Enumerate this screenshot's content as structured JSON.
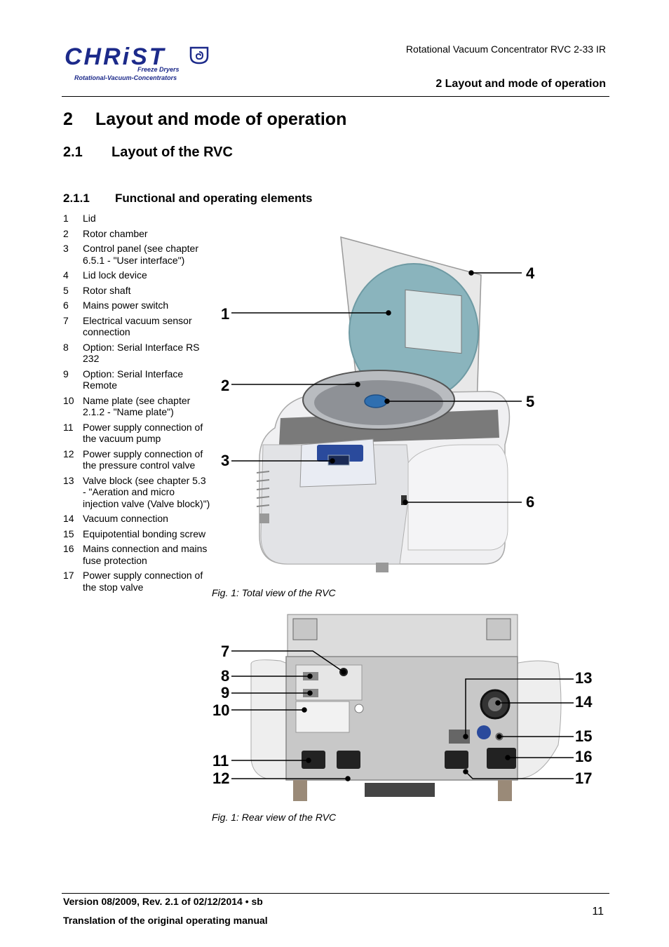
{
  "logo": {
    "wordmark": "CHRiST",
    "tagline_1": "Freeze Dryers",
    "tagline_2": "Rotational-Vacuum-Concentrators"
  },
  "header": {
    "doc_title": "Rotational Vacuum Concentrator RVC 2-33 IR",
    "section": "2 Layout and mode of operation"
  },
  "heading1": {
    "number": "2",
    "text": "Layout and mode of operation"
  },
  "heading2": {
    "number": "2.1",
    "text": "Layout of the RVC"
  },
  "heading3": {
    "number": "2.1.1",
    "text": "Functional and operating elements"
  },
  "items": [
    {
      "n": "1",
      "text": "Lid"
    },
    {
      "n": "2",
      "text": "Rotor chamber"
    },
    {
      "n": "3",
      "text": "Control panel (see chapter 6.5.1 - \"User interface\")"
    },
    {
      "n": "4",
      "text": "Lid lock device"
    },
    {
      "n": "5",
      "text": "Rotor shaft"
    },
    {
      "n": "6",
      "text": "Mains power switch"
    },
    {
      "n": "7",
      "text": "Electrical vacuum sensor connection"
    },
    {
      "n": "8",
      "text": "Option: Serial Interface RS 232"
    },
    {
      "n": "9",
      "text": "Option: Serial Interface Remote"
    },
    {
      "n": "10",
      "text": "Name plate (see chapter 2.1.2 - \"Name plate\")"
    },
    {
      "n": "11",
      "text": "Power supply connection of the vacuum pump"
    },
    {
      "n": "12",
      "text": "Power supply connection of the pressure control valve"
    },
    {
      "n": "13",
      "text": "Valve block (see chapter 5.3 - \"Aeration and micro injection valve (Valve block)\")"
    },
    {
      "n": "14",
      "text": "Vacuum connection"
    },
    {
      "n": "15",
      "text": "Equipotential bonding screw"
    },
    {
      "n": "16",
      "text": "Mains connection and mains fuse protection"
    },
    {
      "n": "17",
      "text": "Power supply connection of the stop valve"
    }
  ],
  "figures": {
    "front": {
      "caption": "Fig. 1: Total view of the RVC",
      "callouts": [
        "1",
        "2",
        "3",
        "4",
        "5",
        "6"
      ]
    },
    "rear": {
      "caption": "Fig. 1: Rear view of the RVC",
      "callouts": [
        "7",
        "8",
        "9",
        "10",
        "11",
        "12",
        "13",
        "14",
        "15",
        "16",
        "17"
      ]
    }
  },
  "footer": {
    "line1": "Version 08/2009, Rev. 2.1 of 02/12/2014 • sb",
    "line2": "Translation of the original operating manual",
    "page": "11"
  },
  "colors": {
    "brand": "#1c2a8a",
    "lid_window": "#8ab4bd",
    "panel_blue": "#2a4a9c",
    "rotor_blue": "#2f6fb0",
    "steel": "#c8c8c8"
  }
}
